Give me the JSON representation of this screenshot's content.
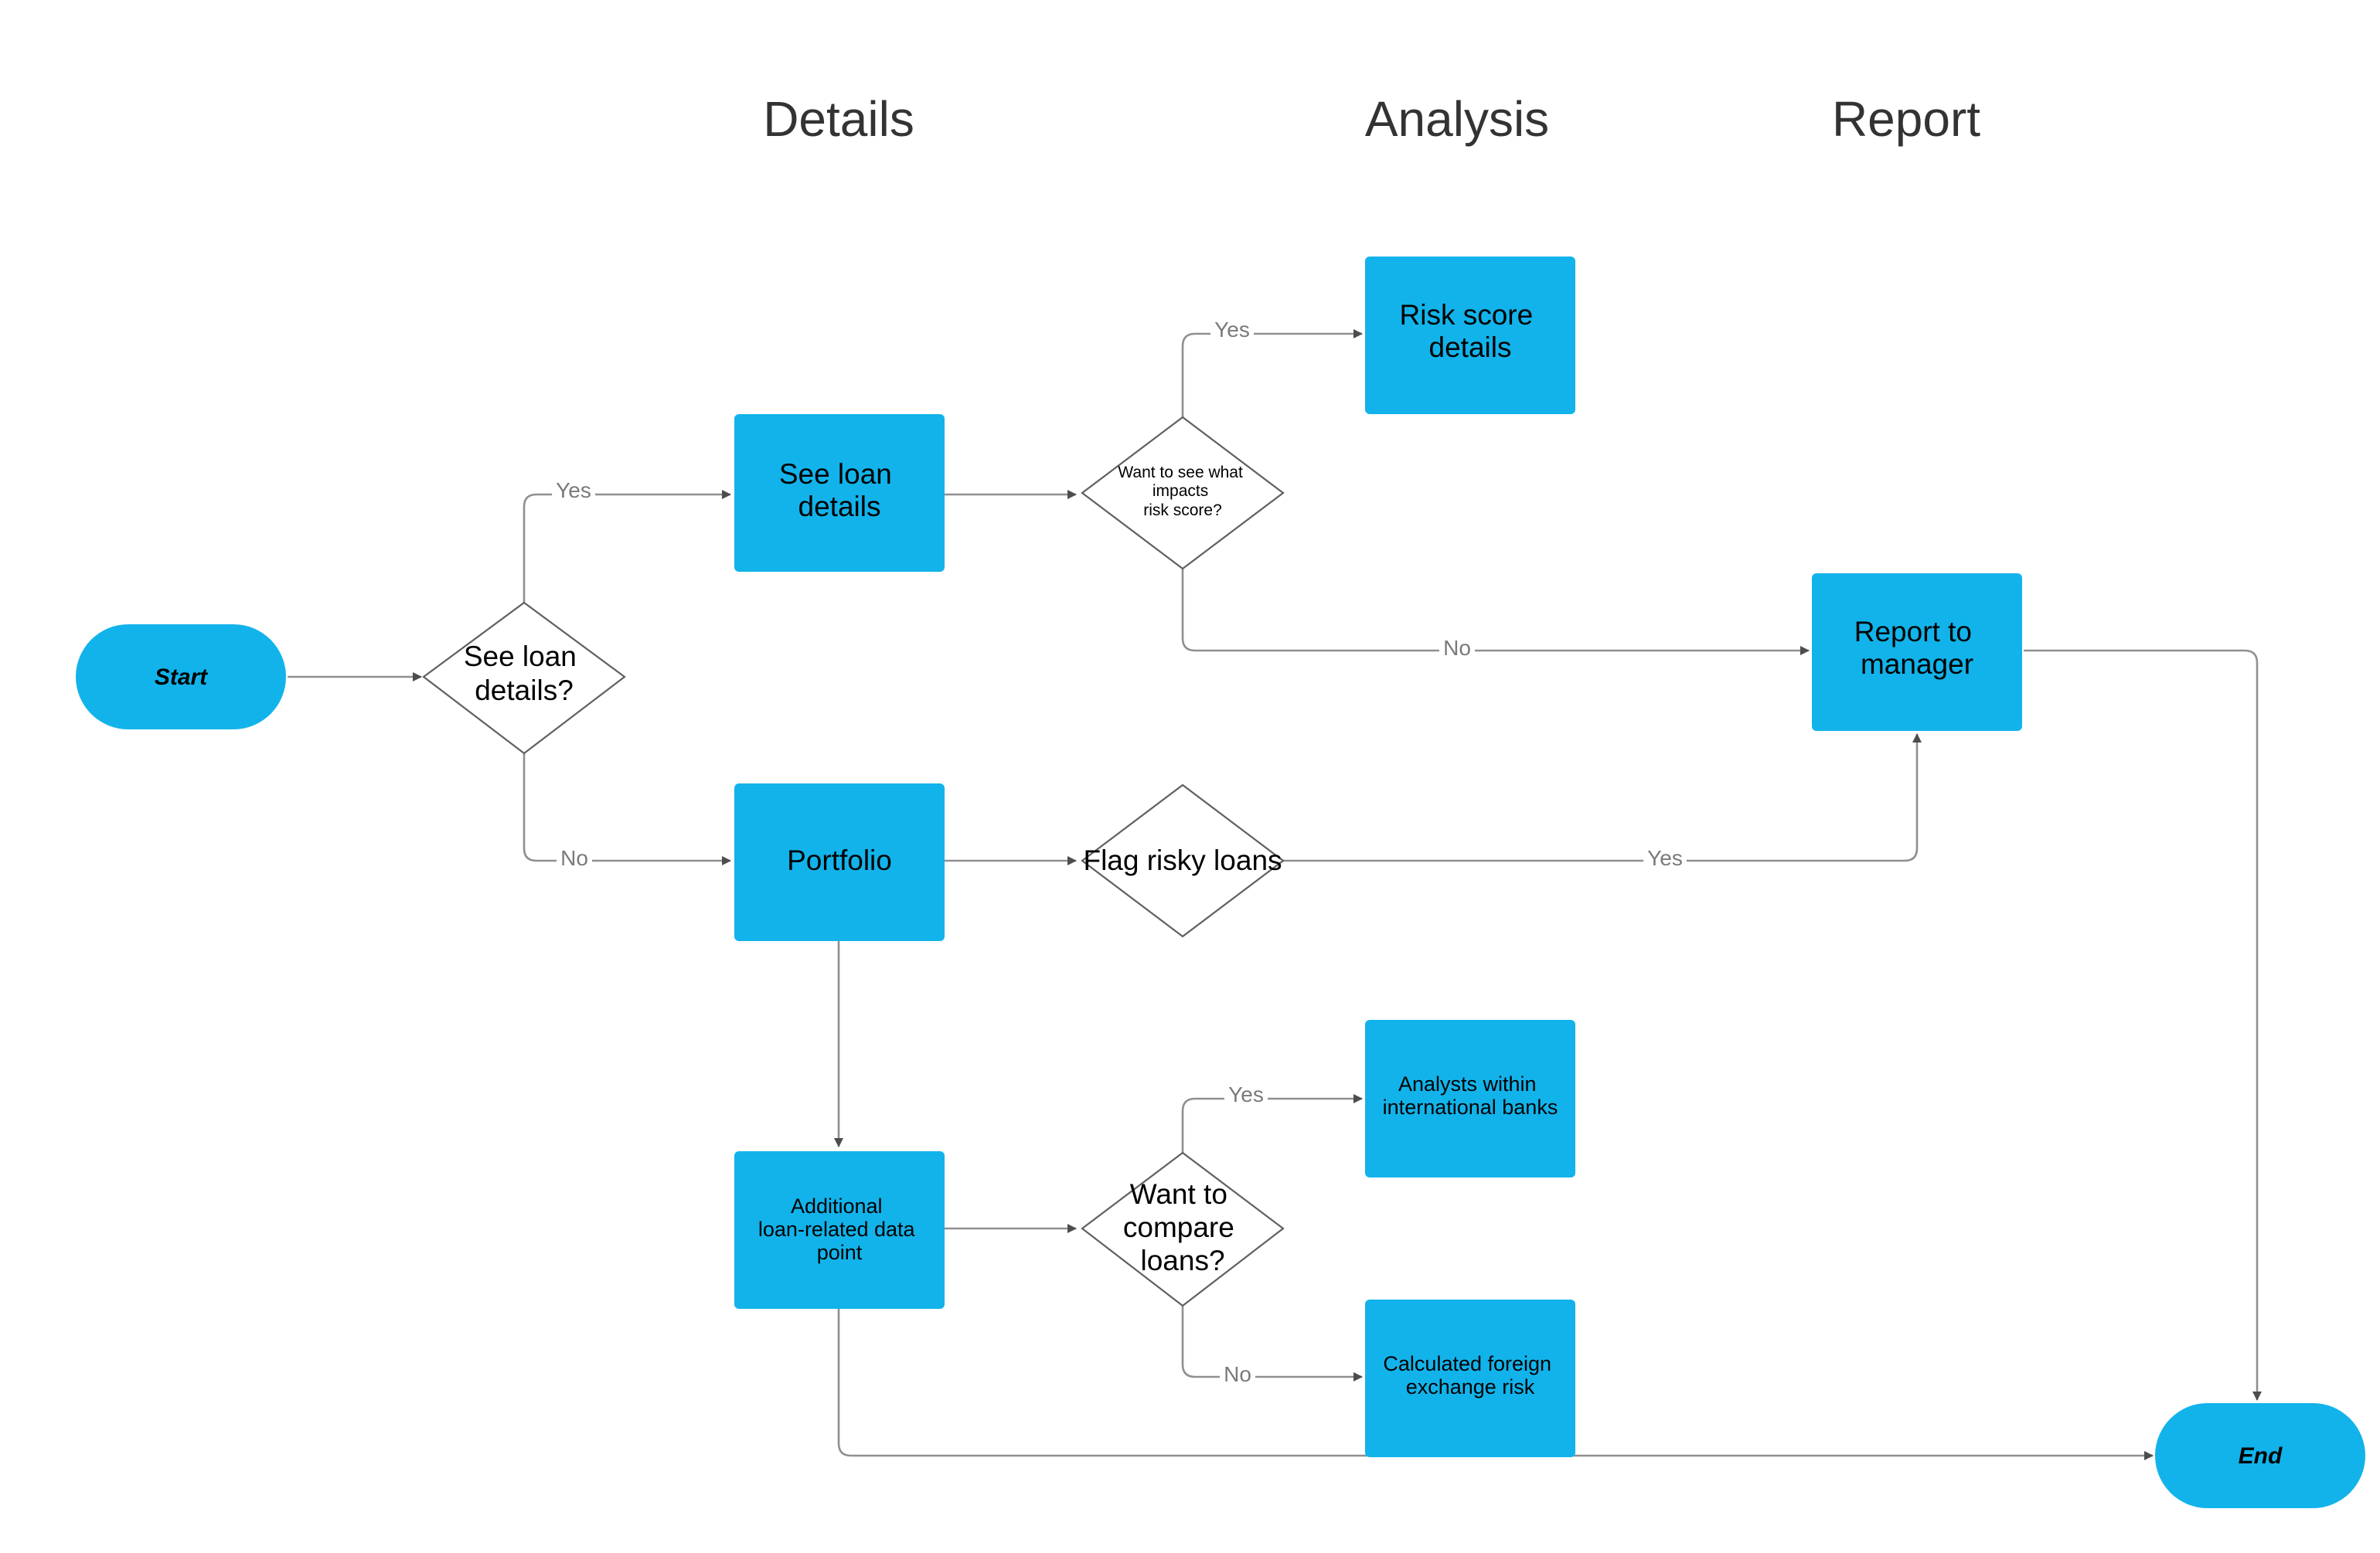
{
  "colors": {
    "node_fill": "#12b3ea",
    "line": "#8f8f8f",
    "decision_stroke": "#5f5f5f",
    "label": "#7a7a7a",
    "heading": "#333333"
  },
  "headings": {
    "details": "Details",
    "analysis": "Analysis",
    "report": "Report"
  },
  "nodes": {
    "start": "Start",
    "end": "End",
    "decision_see_loan": [
      "See loan",
      "details?"
    ],
    "see_loan_details": [
      "See loan",
      "details"
    ],
    "portfolio": [
      "Portfolio"
    ],
    "additional_data": [
      "Additional",
      "loan-related data",
      "point"
    ],
    "decision_risk_score": [
      "Want to see what",
      "impacts",
      "risk score?"
    ],
    "decision_flag_risky": [
      "Flag risky loans"
    ],
    "decision_compare": [
      "Want to",
      "compare",
      "loans?"
    ],
    "risk_score_details": [
      "Risk score",
      "details"
    ],
    "report_to_manager": [
      "Report to",
      "manager"
    ],
    "analysts_international": [
      "Analysts within",
      "international banks"
    ],
    "calculated_fx_risk": [
      "Calculated foreign",
      "exchange risk"
    ]
  },
  "edge_labels": {
    "see_loan_yes": "Yes",
    "see_loan_no": "No",
    "risk_score_yes": "Yes",
    "risk_score_no": "No",
    "flag_risky_yes": "Yes",
    "compare_yes": "Yes",
    "compare_no": "No"
  }
}
